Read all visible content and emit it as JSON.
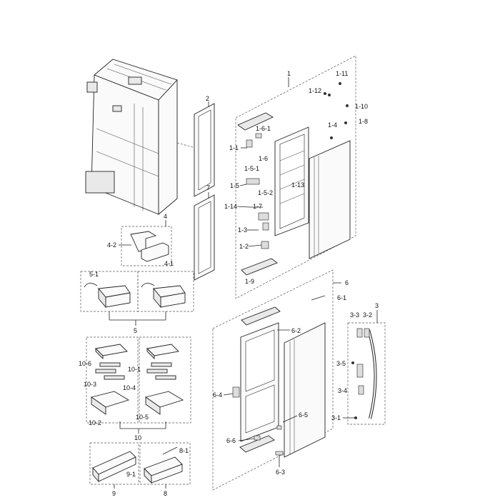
{
  "labels": {
    "l1": "1",
    "l1_11": "1-11",
    "l1_12": "1-12",
    "l1_10": "1-10",
    "l1_8": "1-8",
    "l1_4": "1-4",
    "l1_6_1": "1-6-1",
    "l1_1": "1-1",
    "l1_6": "1-6",
    "l1_5_1": "1-5-1",
    "l1_5": "1-5",
    "l1_5_2": "1-5-2",
    "l1_13": "1-13",
    "l1_14": "1-14",
    "l1_7": "1-7",
    "l1_3": "1-3",
    "l1_2": "1-2",
    "l1_9": "1-9",
    "l2": "2",
    "l7": "7",
    "l4": "4",
    "l4_2": "4-2",
    "l4_1": "4-1",
    "l5_1": "5-1",
    "l5": "5",
    "l10_6": "10-6",
    "l10_1": "10-1",
    "l10_3": "10-3",
    "l10_4": "10-4",
    "l10_5": "10-5",
    "l10_2": "10-2",
    "l10": "10",
    "l9_1": "9-1",
    "l9": "9",
    "l8_1": "8-1",
    "l8": "8",
    "l6": "6",
    "l6_1": "6-1",
    "l6_2": "6-2",
    "l6_4": "6-4",
    "l6_5": "6-5",
    "l6_6": "6-6",
    "l6_3": "6-3",
    "l3": "3",
    "l3_3": "3-3",
    "l3_2": "3-2",
    "l3_5": "3-5",
    "l3_4": "3-4",
    "l3_1": "3-1"
  }
}
